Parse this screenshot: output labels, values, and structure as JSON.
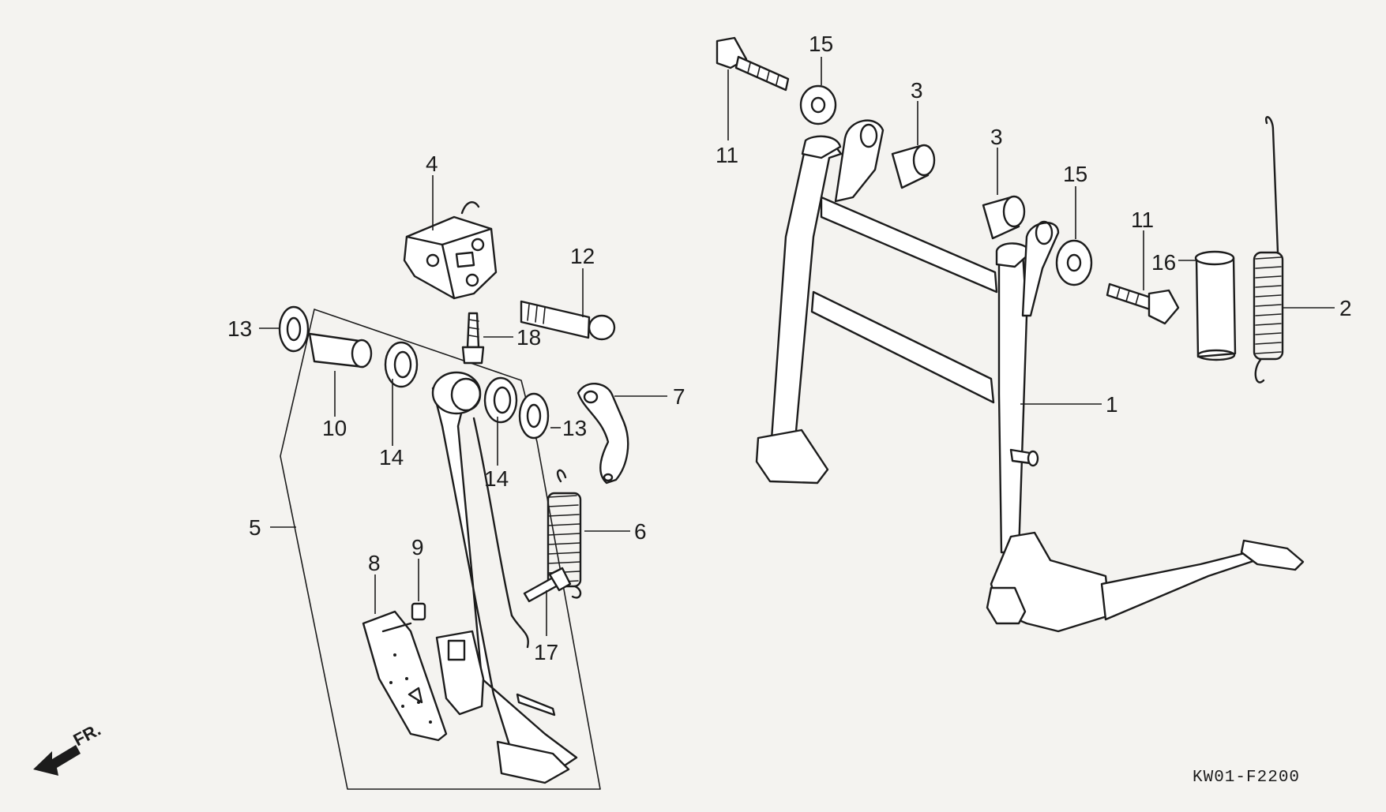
{
  "diagram_code": "KW01-F2200",
  "direction_label": "FR.",
  "callouts": [
    {
      "id": "c1",
      "num": "1"
    },
    {
      "id": "c2",
      "num": "2"
    },
    {
      "id": "c3a",
      "num": "3"
    },
    {
      "id": "c3b",
      "num": "3"
    },
    {
      "id": "c4",
      "num": "4"
    },
    {
      "id": "c5",
      "num": "5"
    },
    {
      "id": "c6",
      "num": "6"
    },
    {
      "id": "c7",
      "num": "7"
    },
    {
      "id": "c8",
      "num": "8"
    },
    {
      "id": "c9",
      "num": "9"
    },
    {
      "id": "c10",
      "num": "10"
    },
    {
      "id": "c11a",
      "num": "11"
    },
    {
      "id": "c11b",
      "num": "11"
    },
    {
      "id": "c12",
      "num": "12"
    },
    {
      "id": "c13a",
      "num": "13"
    },
    {
      "id": "c13b",
      "num": "13"
    },
    {
      "id": "c14a",
      "num": "14"
    },
    {
      "id": "c14b",
      "num": "14"
    },
    {
      "id": "c15a",
      "num": "15"
    },
    {
      "id": "c15b",
      "num": "15"
    },
    {
      "id": "c16",
      "num": "16"
    },
    {
      "id": "c17",
      "num": "17"
    },
    {
      "id": "c18",
      "num": "18"
    }
  ]
}
